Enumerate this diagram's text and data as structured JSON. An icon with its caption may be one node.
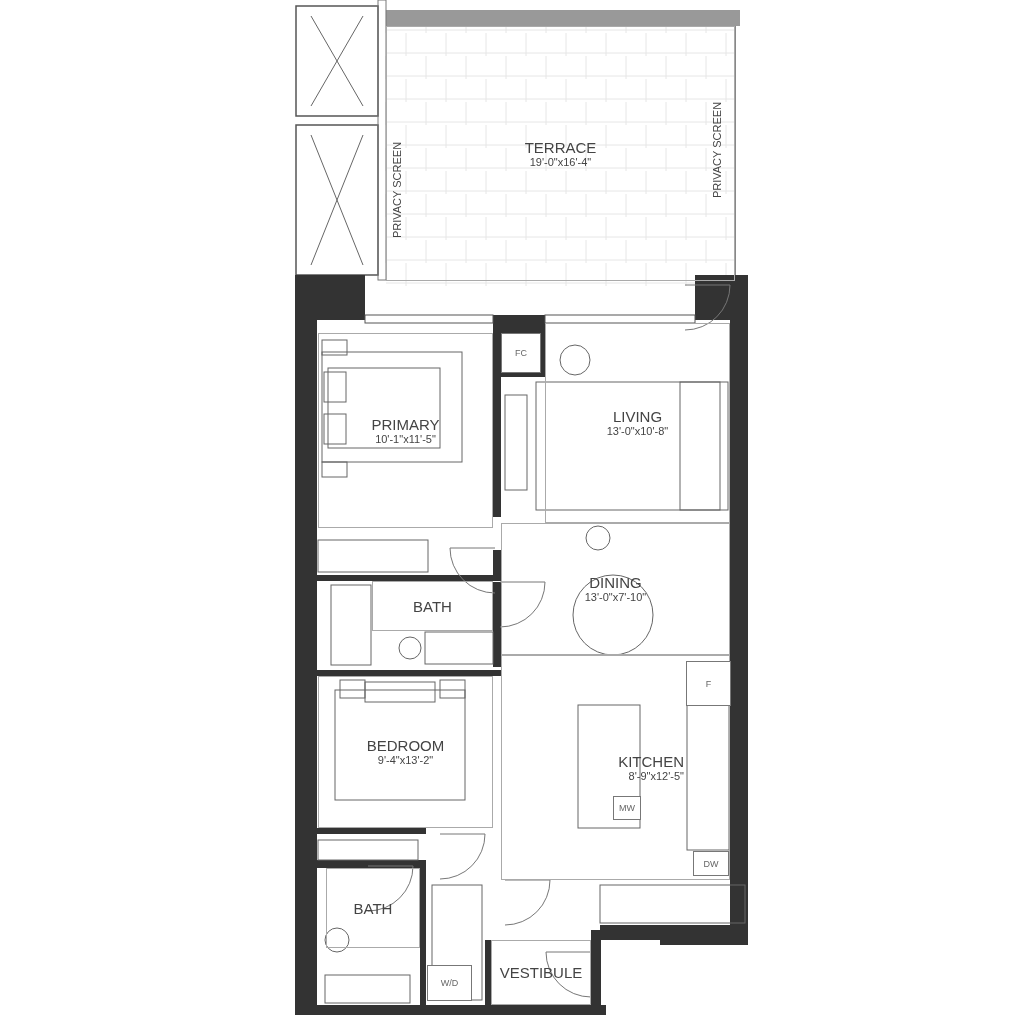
{
  "diagram": {
    "nodes": [
      {
        "text": [
          "TERRACE",
          "19'-0\"x16'-4\""
        ]
      },
      {
        "text": [
          "PRIMARY",
          "10'-1\"x11'-5\""
        ]
      },
      {
        "text": [
          "FC"
        ]
      },
      {
        "text": [
          "LIVING",
          "13'-0\"x10'-8\""
        ]
      },
      {
        "text": [
          "BATH"
        ]
      },
      {
        "text": [
          "DINING",
          "13'-0\"x7'-10\""
        ]
      },
      {
        "text": [
          "KITCHEN",
          "8'-9\"x12'-5\""
        ]
      },
      {
        "text": [
          "F"
        ],
        "in": 6
      },
      {
        "text": [
          "MW"
        ],
        "in": 6
      },
      {
        "text": [
          "DW"
        ],
        "in": 6
      },
      {
        "text": [
          "BEDROOM",
          "9'-4\"x13'-2\""
        ]
      },
      {
        "text": [
          "BATH"
        ]
      },
      {
        "text": [
          "W/D"
        ]
      },
      {
        "text": [
          "VESTIBULE"
        ]
      }
    ],
    "edges": [],
    "labels": [
      "PRIVACY SCREEN",
      "PRIVACY SCREEN"
    ]
  }
}
